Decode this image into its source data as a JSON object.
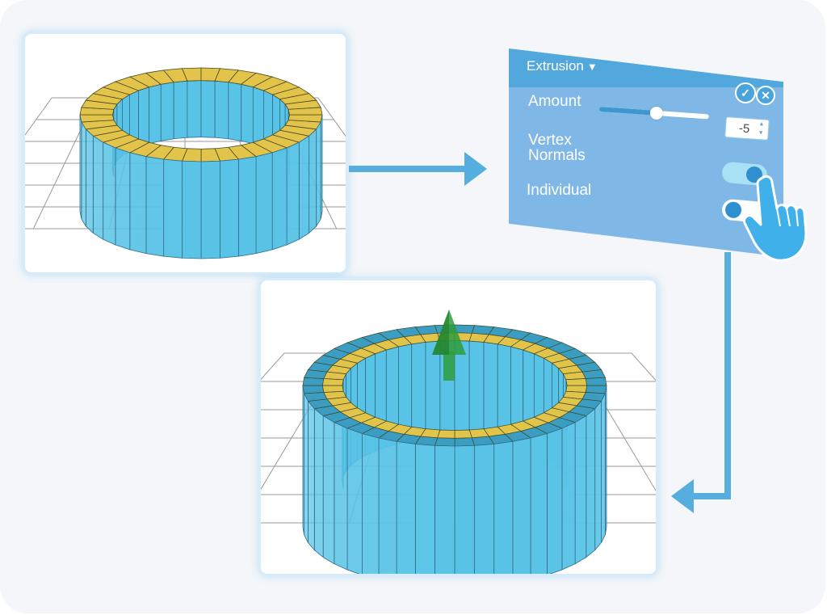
{
  "panel": {
    "title": "Extrusion",
    "dropdown_icon": "triangle-down-icon",
    "confirm_icon": "checkmark-icon",
    "close_icon": "close-icon",
    "amount_label": "Amount",
    "amount_value": "-5",
    "amount_slider_fraction": 0.52,
    "vertex_normals_label_line1": "Vertex",
    "vertex_normals_label_line2": "Normals",
    "vertex_normals_on": true,
    "individual_label": "Individual",
    "individual_on": false
  },
  "scene": {
    "before_view": "ring-with-selected-top-faces",
    "after_view": "ring-extruded-inward",
    "extrusion_direction_icon": "green-up-arrow-icon",
    "cursor_icon": "pointing-hand-icon"
  },
  "colors": {
    "mesh_blue": "#58c3e6",
    "mesh_dark": "#3c9dc2",
    "selected_faces": "#e3c44a",
    "panel_bg": "#7fb8e6",
    "panel_header": "#52a7dc",
    "arrow": "#55aede",
    "gizmo_green": "#2e9e3a"
  }
}
